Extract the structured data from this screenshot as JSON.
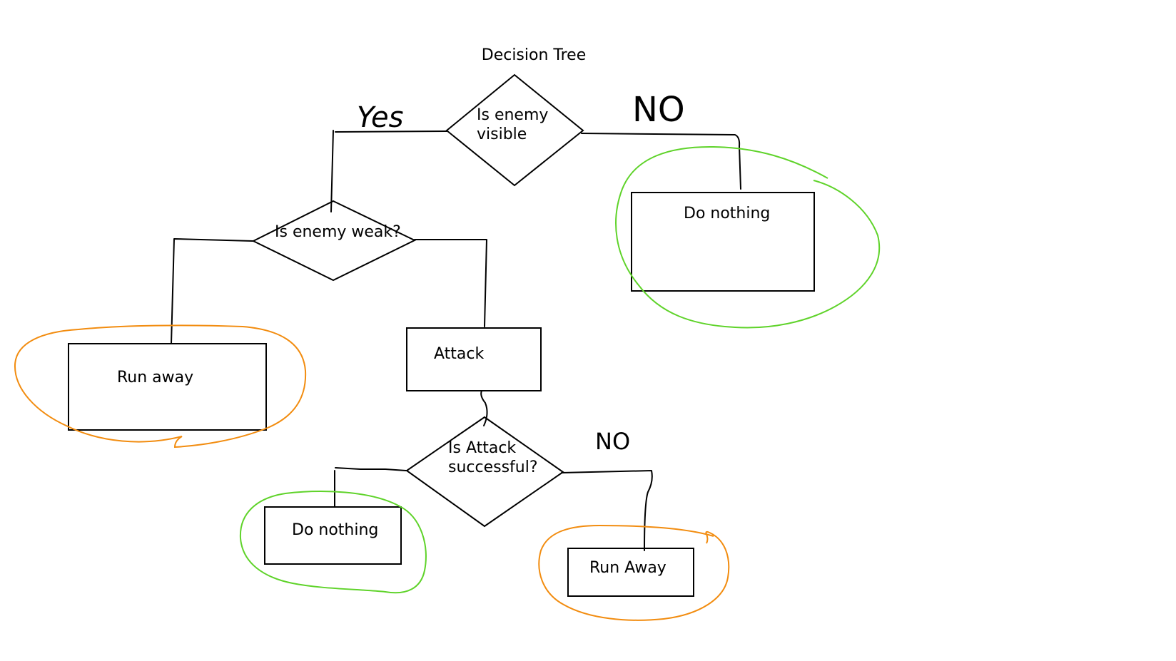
{
  "diagram": {
    "title": "Decision Tree",
    "nodes": {
      "root": {
        "shape": "decision",
        "lines": [
          "Is enemy",
          "visible"
        ]
      },
      "weak": {
        "shape": "decision",
        "lines": [
          "Is enemy weak?"
        ]
      },
      "nothing_top": {
        "shape": "action",
        "lines": [
          "Do nothing"
        ]
      },
      "run_away_left": {
        "shape": "action",
        "lines": [
          "Run away"
        ]
      },
      "attack": {
        "shape": "action",
        "lines": [
          "Attack"
        ]
      },
      "attack_check": {
        "shape": "decision",
        "lines": [
          "Is Attack",
          "successful?"
        ]
      },
      "nothing_bottom": {
        "shape": "action",
        "lines": [
          "Do nothing"
        ]
      },
      "run_away_bottom": {
        "shape": "action",
        "lines": [
          "Run Away"
        ]
      }
    },
    "edge_labels": {
      "root_yes": "Yes",
      "root_no": "NO",
      "attack_no": "NO"
    },
    "highlight_colors": {
      "green": "#5fd32a",
      "orange": "#f28c0f"
    }
  }
}
